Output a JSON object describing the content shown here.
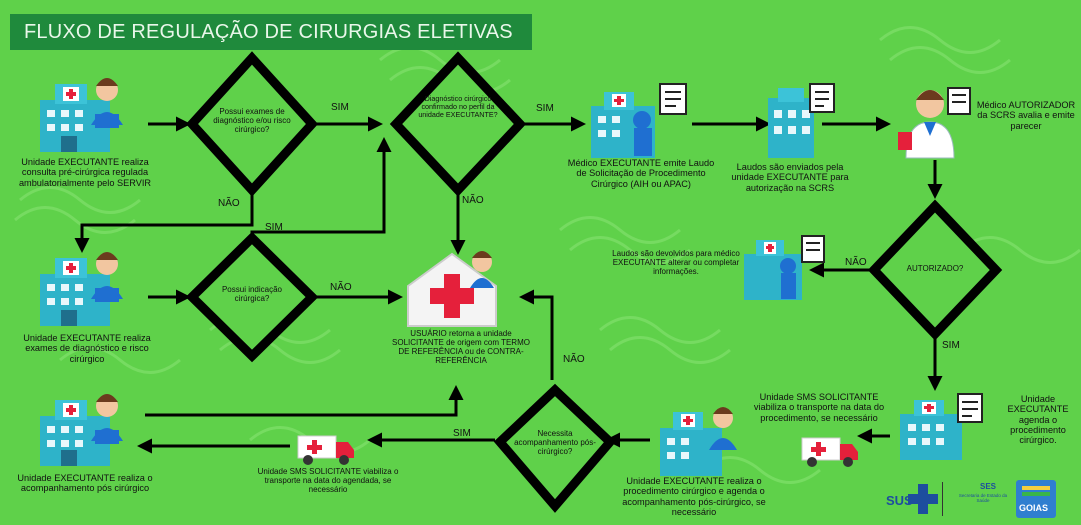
{
  "title": "FLUXO DE REGULAÇÃO DE CIRURGIAS ELETIVAS",
  "nodes": {
    "exec_consult": "Unidade EXECUTANTE realiza consulta pré-cirúrgica regulada ambulatorialmente pelo SERVIR",
    "q_exames": "Possui exames de diagnóstico e/ou risco cirúrgico?",
    "q_diag": "Diagnóstico cirúrgico confirmado no perfil da unidade EXECUTANTE?",
    "medico_laudo": "Médico EXECUTANTE emite Laudo de Solicitação de Procedimento Cirúrgico (AIH ou APAC)",
    "laudos_enviados": "Laudos são enviados pela unidade EXECUTANTE para autorização na SCRS",
    "medico_autorizador": "Médico AUTORIZADOR da SCRS avalia e emite parecer",
    "exec_exames": "Unidade EXECUTANTE realiza exames de diagnóstico e risco cirúrgico",
    "q_indicacao": "Possui indicação cirúrgica?",
    "usuario_retorna": "USUÁRIO retorna a unidade SOLICITANTE de origem com TERMO DE REFERÊNCIA ou de CONTRA-REFERÊNCIA",
    "laudos_devolvidos": "Laudos são devolvidos para médico EXECUTANTE alterar ou completar informações.",
    "q_autorizado": "AUTORIZADO?",
    "exec_acomp": "Unidade EXECUTANTE realiza o acompanhamento pós cirúrgico",
    "sms_transporte_agenda": "Unidade SMS SOLICITANTE viabiliza o transporte na data do agendada, se necessário",
    "q_acomp": "Necessita acompanhamento pós-cirúrgico?",
    "exec_proc": "Unidade EXECUTANTE realiza o procedimento cirúrgico e agenda o acompanhamento pós-cirúrgico, se necessário",
    "sms_transporte_proc": "Unidade SMS SOLICITANTE viabiliza o transporte na data do procedimento, se necessário",
    "exec_agenda": "Unidade EXECUTANTE agenda o procedimento cirúrgico."
  },
  "edge_labels": {
    "sim": "SIM",
    "nao": "NÃO"
  },
  "logos": {
    "sus": "SUS",
    "ses": "SES",
    "ses_sub": "Secretaria de Estado da Saúde",
    "goias": "GOIAS"
  },
  "colors": {
    "background": "#5fd14a",
    "title_bar": "#1f8a3c",
    "diamond": "#000000",
    "building": "#2eb3c9",
    "cross": "#e5203b"
  }
}
